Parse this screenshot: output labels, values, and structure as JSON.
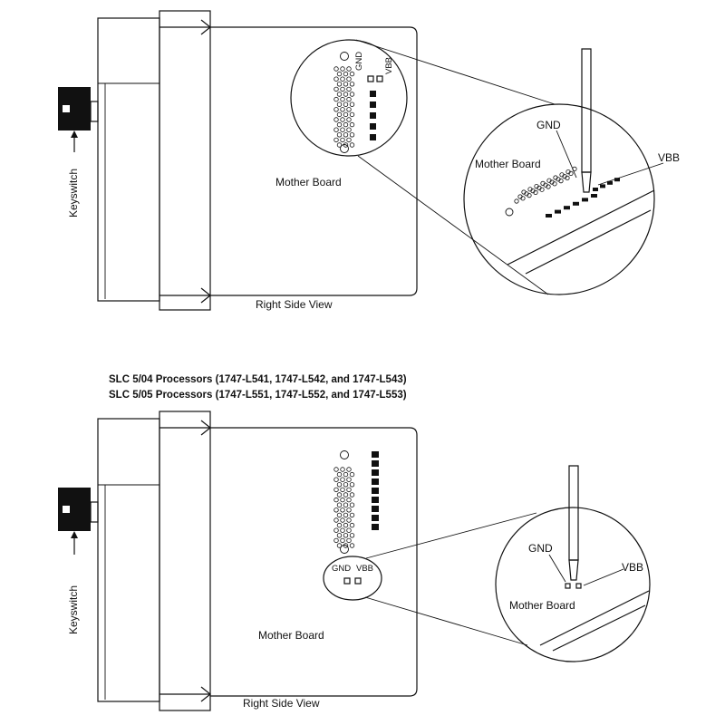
{
  "top_view": {
    "keyswitch_label": "Keyswitch",
    "mother_board_label": "Mother Board",
    "right_side_view_label": "Right Side View",
    "gnd_label_small": "GND",
    "vbb_label_small": "VBB",
    "zoom_gnd_label": "GND",
    "zoom_vbb_label": "VBB",
    "zoom_mother_board_label": "Mother Board"
  },
  "bottom_view": {
    "header_line1": "SLC 5/04 Processors (1747-L541, 1747-L542, and 1747-L543)",
    "header_line2": "SLC 5/05 Processors (1747-L551, 1747-L552, and 1747-L553)",
    "keyswitch_label": "Keyswitch",
    "mother_board_label": "Mother Board",
    "right_side_view_label": "Right Side View",
    "gnd_label_small": "GND",
    "vbb_label_small": "VBB",
    "zoom_gnd_label": "GND",
    "zoom_vbb_label": "VBB",
    "zoom_mother_board_label": "Mother Board"
  }
}
